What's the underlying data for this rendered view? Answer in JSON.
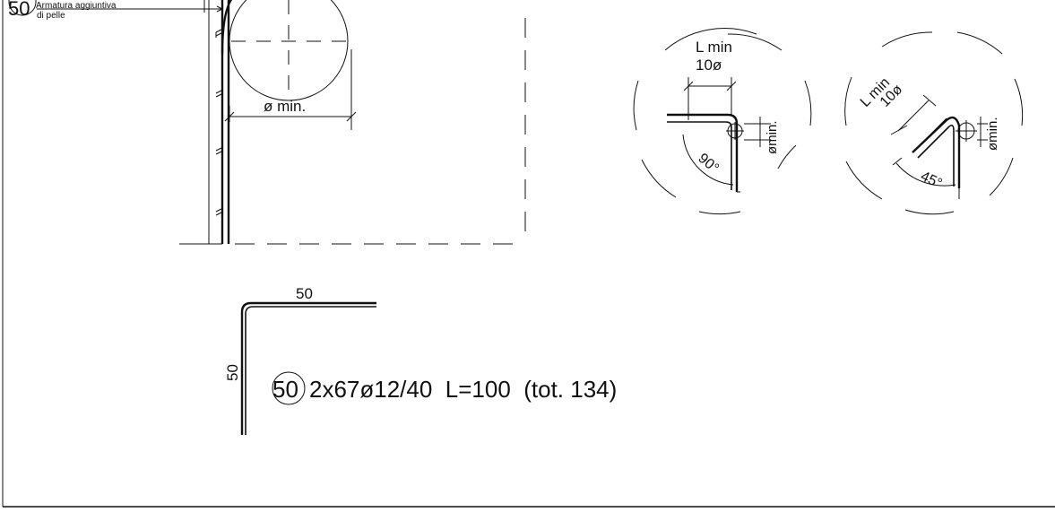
{
  "callout": {
    "mark": "50",
    "line1": "Armatura aggiuntiva",
    "line2": "di pelle"
  },
  "detail": {
    "dim_diameter": "ø min."
  },
  "hook90": {
    "length_label": "L min",
    "length_value": "10ø",
    "angle": "90°",
    "diameter": "ømin."
  },
  "hook45": {
    "length_label": "L min",
    "length_value": "10ø",
    "angle": "45°",
    "diameter": "ømin."
  },
  "bar_schedule": {
    "horizontal_leg": "50",
    "vertical_leg": "50",
    "mark": "50",
    "spec": "2x67ø12/40  L=100  (tot. 134)"
  }
}
